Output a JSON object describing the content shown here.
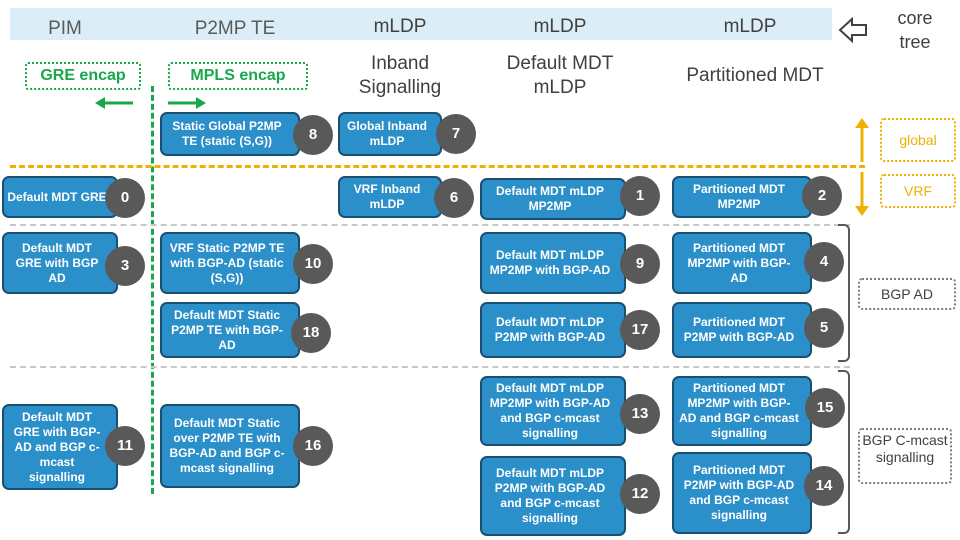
{
  "header": {
    "columns": [
      {
        "top": "PIM",
        "sub": ""
      },
      {
        "top": "P2MP TE",
        "sub": ""
      },
      {
        "top": "mLDP",
        "sub": "Inband Signalling"
      },
      {
        "top": "mLDP",
        "sub": "Default MDT mLDP"
      },
      {
        "top": "mLDP",
        "sub": "Partitioned MDT"
      }
    ],
    "core_tree": "core tree"
  },
  "encap": {
    "gre": "GRE encap",
    "mpls": "MPLS encap"
  },
  "tags": {
    "global": "global",
    "vrf": "VRF",
    "bgp_ad": "BGP AD",
    "bgp_cmcast": "BGP C-mcast signalling"
  },
  "colors": {
    "box_fill": "#2b8fc9",
    "box_border": "#1a4f70",
    "badge": "#595959",
    "green": "#18a84a",
    "yellow": "#f0b000"
  },
  "profiles": [
    {
      "num": "0",
      "label": "Default MDT GRE"
    },
    {
      "num": "1",
      "label": "Default MDT mLDP MP2MP"
    },
    {
      "num": "2",
      "label": "Partitioned MDT MP2MP"
    },
    {
      "num": "3",
      "label": "Default MDT GRE with BGP AD"
    },
    {
      "num": "4",
      "label": "Partitioned MDT MP2MP with BGP-AD"
    },
    {
      "num": "5",
      "label": "Partitioned MDT P2MP with BGP-AD"
    },
    {
      "num": "6",
      "label": "VRF Inband mLDP"
    },
    {
      "num": "7",
      "label": "Global Inband mLDP"
    },
    {
      "num": "8",
      "label": "Static Global P2MP TE (static (S,G))"
    },
    {
      "num": "9",
      "label": "Default MDT mLDP MP2MP with BGP-AD"
    },
    {
      "num": "10",
      "label": "VRF Static P2MP TE with BGP-AD (static (S,G))"
    },
    {
      "num": "11",
      "label": "Default MDT GRE with BGP-AD and BGP c-mcast signalling"
    },
    {
      "num": "12",
      "label": "Default MDT mLDP P2MP with BGP-AD and BGP c-mcast signalling"
    },
    {
      "num": "13",
      "label": "Default MDT mLDP MP2MP with BGP-AD and BGP c-mcast signalling"
    },
    {
      "num": "14",
      "label": "Partitioned MDT P2MP with BGP-AD and BGP c-mcast signalling"
    },
    {
      "num": "15",
      "label": "Partitioned MDT MP2MP with BGP-AD and BGP c-mcast signalling"
    },
    {
      "num": "16",
      "label": "Default MDT Static over P2MP TE with BGP-AD and BGP c-mcast signalling"
    },
    {
      "num": "17",
      "label": "Default MDT mLDP P2MP with BGP-AD"
    },
    {
      "num": "18",
      "label": "Default MDT Static P2MP TE with BGP-AD"
    }
  ]
}
